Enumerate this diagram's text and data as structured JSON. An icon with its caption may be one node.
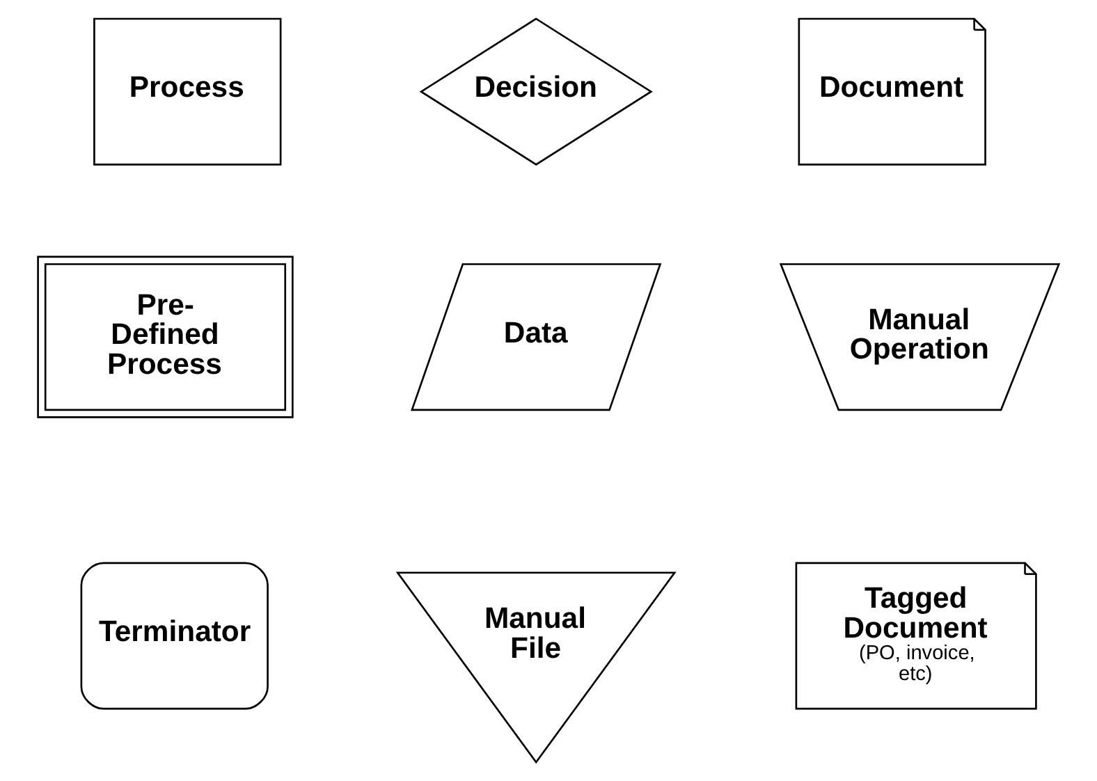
{
  "diagram": {
    "nodes": [
      {
        "text": [
          "Process"
        ]
      },
      {
        "text": [
          "Decision"
        ]
      },
      {
        "text": [
          "Document"
        ]
      },
      {
        "text": [
          "Pre- Defined Process"
        ]
      },
      {
        "text": [
          "Data"
        ]
      },
      {
        "text": [
          "Manual Operation"
        ]
      },
      {
        "text": [
          "Terminator"
        ]
      },
      {
        "text": [
          "Manual File"
        ]
      },
      {
        "text": [
          "Tagged Document",
          "(PO, invoice, etc)"
        ]
      }
    ]
  }
}
